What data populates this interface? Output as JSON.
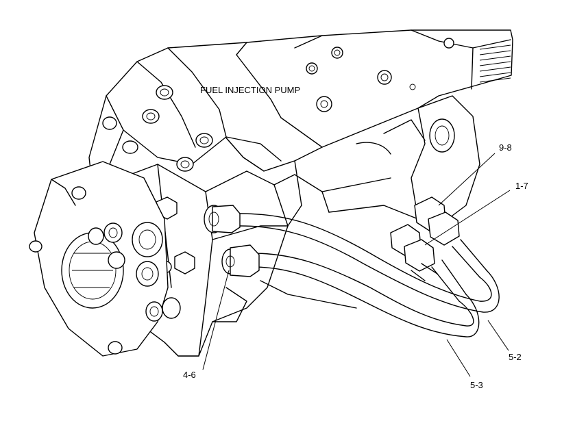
{
  "title": "FUEL INJECTION PUMP",
  "callouts": [
    {
      "id": "c98",
      "text": "9-8"
    },
    {
      "id": "c17",
      "text": "1-7"
    },
    {
      "id": "c46",
      "text": "4-6"
    },
    {
      "id": "c52",
      "text": "5-2"
    },
    {
      "id": "c53",
      "text": "5-3"
    }
  ]
}
